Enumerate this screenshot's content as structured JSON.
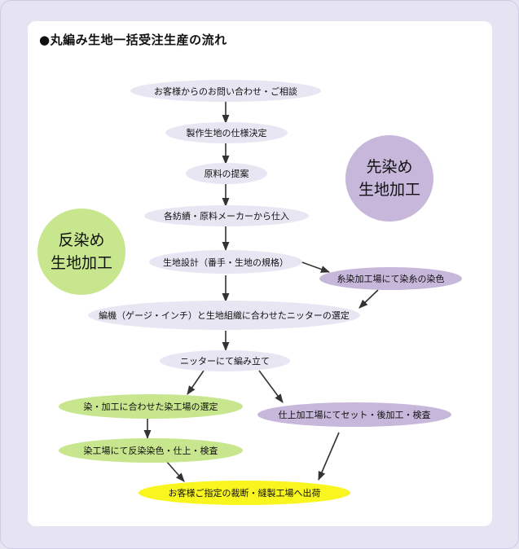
{
  "title": "●丸編み生地一括受注生産の流れ",
  "badges": {
    "pre_dye": [
      "先染め",
      "生地加工"
    ],
    "piece_dye": [
      "反染め",
      "生地加工"
    ]
  },
  "steps": {
    "inquiry": "お客様からのお問い合わせ・ご相談",
    "spec": "製作生地の仕様決定",
    "material": "原料の提案",
    "purchase": "各紡績・原料メーカーから仕入",
    "design": "生地設計（番手・生地の規格）",
    "yarn_dye": "糸染加工場にて染糸の染色",
    "knitter": "編機（ゲージ・インチ）と生地組織に合わせたニッターの選定",
    "knitting": "ニッターにて編み立て",
    "dye_select": "染・加工に合わせた染工場の選定",
    "piece_dyeing": "染工場にて反染染色・仕上・検査",
    "finishing": "仕上加工場にてセット・後加工・検査",
    "shipping": "お客様ご指定の裁断・縫製工場へ出荷"
  },
  "colors": {
    "lavender": "#e8e6f3",
    "purple": "#c6b7db",
    "green": "#c7e68e",
    "yellow": "#f9f51e",
    "background": "#e6e4f2"
  }
}
